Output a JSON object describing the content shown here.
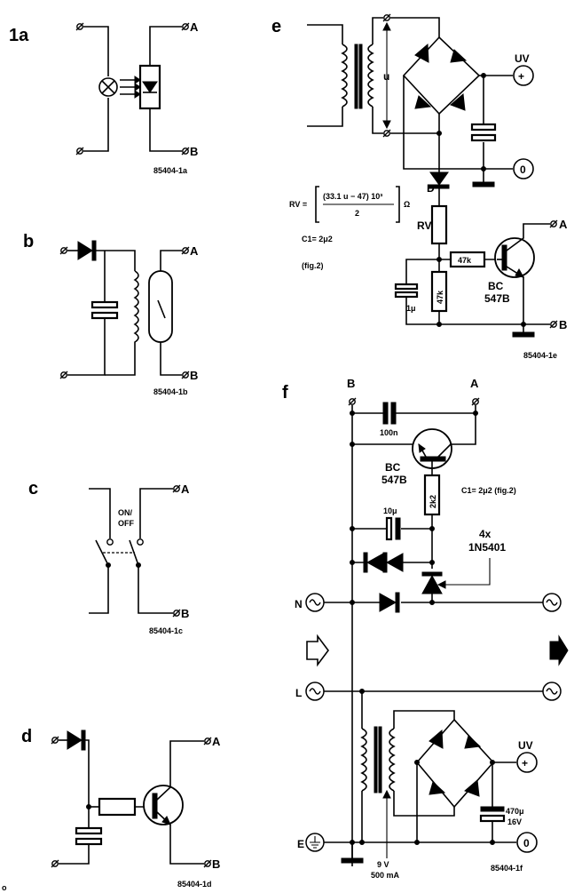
{
  "panels": {
    "a": {
      "label": "1a",
      "pin_a": "A",
      "pin_b": "B",
      "ref": "85404-1a"
    },
    "b": {
      "label": "b",
      "pin_a": "A",
      "pin_b": "B",
      "ref": "85404-1b"
    },
    "c": {
      "label": "c",
      "pin_a": "A",
      "pin_b": "B",
      "switch_label_1": "ON/",
      "switch_label_2": "OFF",
      "ref": "85404-1c"
    },
    "d": {
      "label": "d",
      "pin_a": "A",
      "pin_b": "B",
      "ref": "85404-1d"
    },
    "e": {
      "label": "e",
      "voltage_label": "u",
      "uv_label": "UV",
      "plus": "+",
      "zero": "0",
      "diode_label": "D",
      "rv_label": "RV",
      "formula_lhs": "RV =",
      "formula_num": "(33.1 u − 47) 10³",
      "formula_den": "2",
      "formula_unit": "Ω",
      "c1": "C1= 2μ2",
      "fig": "(fig.2)",
      "r1": "47k",
      "r2": "47k",
      "cap": "1μ",
      "transistor_1": "BC",
      "transistor_2": "547B",
      "pin_a": "A",
      "pin_b": "B",
      "ref": "85404-1e"
    },
    "f": {
      "label": "f",
      "pin_b": "B",
      "pin_a": "A",
      "cap_100n": "100n",
      "transistor_1": "BC",
      "transistor_2": "547B",
      "res": "2k2",
      "c1": "C1= 2μ2  (fig.2)",
      "cap_10u": "10μ",
      "diode_count": "4x",
      "diode_type": "1N5401",
      "n_label": "N",
      "l_label": "L",
      "e_label": "E",
      "uv_label": "UV",
      "plus": "+",
      "zero": "0",
      "cap_470_1": "470μ",
      "cap_470_2": "16V",
      "tr_1": "9 V",
      "tr_2": "500 mA",
      "ref": "85404-1f"
    }
  },
  "corner_mark": "o"
}
